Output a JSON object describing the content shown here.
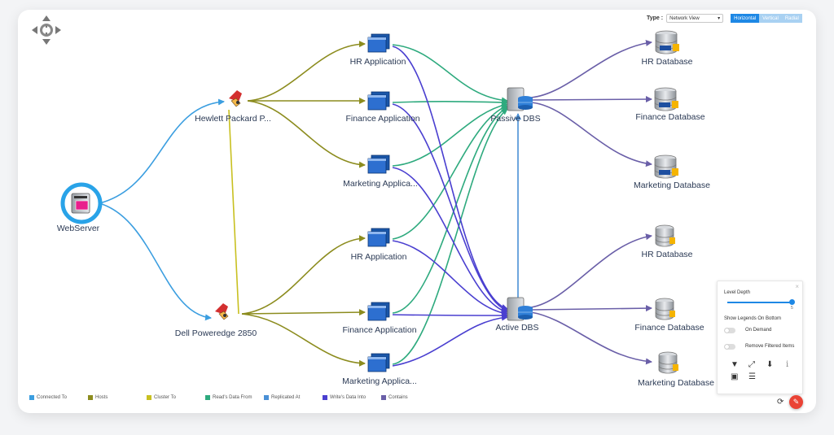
{
  "toolbar": {
    "type_label": "Type :",
    "type_value": "Network View",
    "layouts": [
      "Horizontal",
      "Vertical",
      "Radial"
    ],
    "active_layout": "Horizontal"
  },
  "nodes": {
    "webserver": "WebServer",
    "hp": "Hewlett Packard P...",
    "dell": "Dell Poweredge 2850",
    "hr_app_1": "HR Application",
    "fin_app_1": "Finance Application",
    "mkt_app_1": "Marketing Applica...",
    "hr_app_2": "HR Application",
    "fin_app_2": "Finance Application",
    "mkt_app_2": "Marketing Applica...",
    "passive_dbs": "Passive DBS",
    "active_dbs": "Active DBS",
    "hr_db_1": "HR Database",
    "fin_db_1": "Finance Database",
    "mkt_db_1": "Marketing Database",
    "hr_db_2": "HR Database",
    "fin_db_2": "Finance Database",
    "mkt_db_2": "Marketing Database"
  },
  "legend": [
    {
      "label": "Connected To",
      "color": "#3b9ee0"
    },
    {
      "label": "Hosts",
      "color": "#8c8c1e"
    },
    {
      "label": "Cluster To",
      "color": "#c8c020"
    },
    {
      "label": "Read's Data From",
      "color": "#2eaa7e"
    },
    {
      "label": "Replicated At",
      "color": "#4a90d6"
    },
    {
      "label": "Write's Data Into",
      "color": "#4a3fd0"
    },
    {
      "label": "Contains",
      "color": "#6a5fa8"
    }
  ],
  "panel": {
    "close": "×",
    "level_depth_label": "Level Depth",
    "level_depth_value": "5",
    "level_depth_fraction": 1.0,
    "show_legends_label": "Show Legends On Bottom",
    "on_demand_label": "On Demand",
    "remove_filtered_label": "Remove Filtered Items",
    "icons": [
      "filter-icon",
      "expand-icon",
      "download-icon",
      "info-icon",
      "save-icon",
      "list-icon"
    ]
  },
  "controls": {
    "refresh_icon": "refresh-icon",
    "edit_icon": "pencil-icon",
    "nav_icon": "pan-arrows-icon"
  },
  "colors": {
    "connected": "#3b9ee0",
    "hosts": "#8c8c1e",
    "cluster": "#c8c020",
    "reads": "#2eaa7e",
    "replicated": "#4a90d6",
    "writes": "#4a3fd0",
    "contains": "#6a5fa8",
    "accent": "#1e88e5"
  }
}
